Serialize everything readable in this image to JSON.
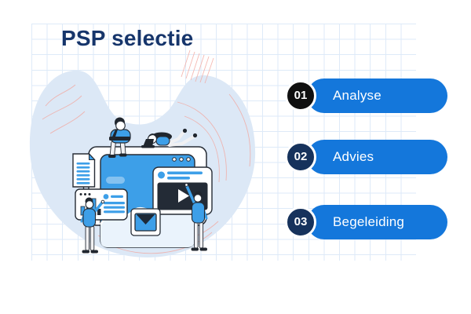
{
  "title": {
    "text": "PSP selectie",
    "color": "#16356b"
  },
  "steps": [
    {
      "number": "01",
      "label": "Analyse",
      "circle_color": "#101010"
    },
    {
      "number": "02",
      "label": "Advies",
      "circle_color": "#16325c"
    },
    {
      "number": "03",
      "label": "Begeleiding",
      "circle_color": "#16325c"
    }
  ],
  "colors": {
    "pill_blue": "#1477db",
    "art_blue": "#3d9fe8",
    "blob_pale_blue": "#dce8f6",
    "grid_line": "#d9e7f7",
    "contour_coral": "#f2a8a0",
    "dark_ink": "#20262e",
    "title_navy": "#16356b"
  },
  "illustration": {
    "description": "flat illustration of people building web pages",
    "icons": [
      "document-icon",
      "bar-chart-icon",
      "play-icon",
      "envelope-icon",
      "browser-window-icon"
    ]
  }
}
